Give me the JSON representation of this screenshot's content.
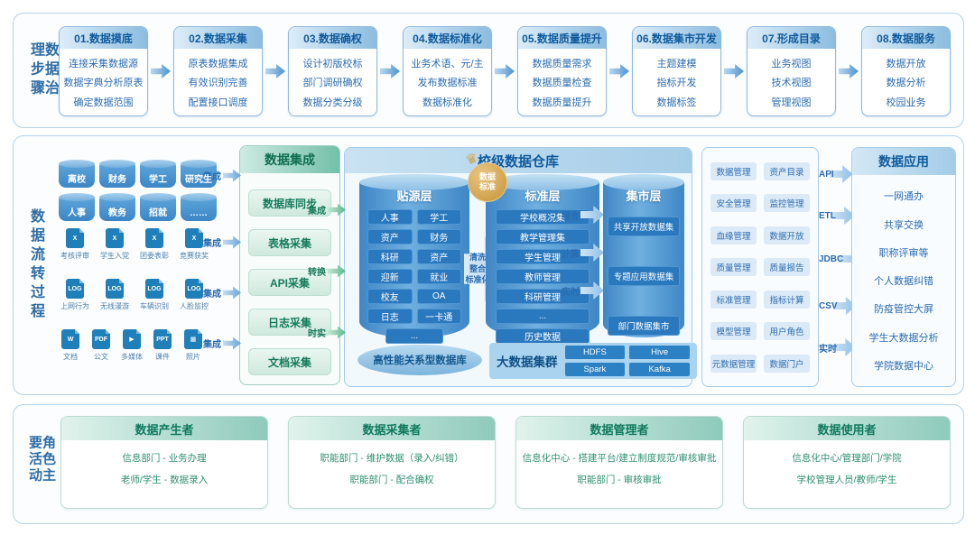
{
  "colors": {
    "blue_dark": "#0f5a9c",
    "blue": "#2b6cb0",
    "green_dark": "#157a5b",
    "green": "#2f9070",
    "gold": "#c89335",
    "chip_blue": "#2a78be"
  },
  "sections": {
    "governance": {
      "label": "数据治理步骤",
      "steps": [
        {
          "title": "01.数据摸底",
          "items": [
            "连接采集数据源",
            "数据字典分析原表",
            "确定数据范围"
          ]
        },
        {
          "title": "02.数据采集",
          "items": [
            "原表数据集成",
            "有效识别完善",
            "配置接口调度"
          ]
        },
        {
          "title": "03.数据确权",
          "items": [
            "设计初版校标",
            "部门调研确权",
            "数据分类分级"
          ]
        },
        {
          "title": "04.数据标准化",
          "items": [
            "业务术语、元/主",
            "发布数据标准",
            "数据标准化"
          ]
        },
        {
          "title": "05.数据质量提升",
          "items": [
            "数据质量需求",
            "数据质量检查",
            "数据质量提升"
          ]
        },
        {
          "title": "06.数据集市开发",
          "items": [
            "主题建模",
            "指标开发",
            "数据标签"
          ]
        },
        {
          "title": "07.形成目录",
          "items": [
            "业务视图",
            "技术视图",
            "管理视图"
          ]
        },
        {
          "title": "08.数据服务",
          "items": [
            "数据开放",
            "数据分析",
            "校园业务"
          ]
        }
      ]
    },
    "flow": {
      "label": "数据流转过程",
      "sources": {
        "arrow_label": "集成",
        "databases": [
          "离校",
          "财务",
          "学工",
          "研究生",
          "人事",
          "教务",
          "招就",
          "……"
        ],
        "excel_row": {
          "icon": "excel-icon",
          "glyph": "X",
          "labels": [
            "考核评审",
            "学生入党",
            "团委表彰",
            "竞赛获奖"
          ]
        },
        "log_row": {
          "icon": "log-icon",
          "glyph": "LOG",
          "labels": [
            "上网行为",
            "无线漫游",
            "车辆识别",
            "人脸监控"
          ]
        },
        "doc_row": [
          {
            "icon": "word-icon",
            "glyph": "W",
            "label": "文档"
          },
          {
            "icon": "pdf-icon",
            "glyph": "PDF",
            "label": "公文"
          },
          {
            "icon": "media-icon",
            "glyph": "▶",
            "label": "多媒体"
          },
          {
            "icon": "ppt-icon",
            "glyph": "PPT",
            "label": "课件"
          },
          {
            "icon": "photo-icon",
            "glyph": "▦",
            "label": "照片"
          }
        ]
      },
      "integration": {
        "title": "数据集成",
        "items": [
          "数据库同步",
          "表格采集",
          "API采集",
          "日志采集",
          "文档采集"
        ],
        "out_arrows": [
          "集成",
          "转换",
          "时实"
        ]
      },
      "warehouse": {
        "title": "校级数据仓库",
        "badge": [
          "数据",
          "标准"
        ],
        "source_layer": {
          "title": "贴源层",
          "chips": [
            "人事",
            "学工",
            "资产",
            "财务",
            "科研",
            "资产",
            "迎新",
            "就业",
            "校友",
            "OA",
            "日志",
            "一卡通",
            "..."
          ]
        },
        "transform_arrow": [
          "清洗",
          "整合",
          "标准化"
        ],
        "standard_layer": {
          "title": "标准层",
          "chips": [
            "学校概况集",
            "教学管理集",
            "学生管理",
            "教师管理",
            "科研管理",
            "...",
            "历史数据"
          ]
        },
        "link_arrows": [
          "组合",
          "计算",
          "实时"
        ],
        "mart_layer": {
          "title": "集市层",
          "chips": [
            "共享开放数据集",
            "专题应用数据集",
            "部门数据集市"
          ]
        },
        "hp_db": "高性能关系型数据库",
        "bigdata": {
          "title": "大数据集群",
          "chips": [
            "HDFS",
            "Hive",
            "Spark",
            "Kafka"
          ]
        }
      },
      "management": {
        "chips": [
          "数据管理",
          "资产目录",
          "安全管理",
          "监控管理",
          "血缘管理",
          "数据开放",
          "质量管理",
          "质量报告",
          "标准管理",
          "指标计算",
          "模型管理",
          "用户角色",
          "元数据管理",
          "数据门户"
        ]
      },
      "delivery_arrows": [
        "API",
        "ETL",
        "JDBC",
        "CSV",
        "实时"
      ],
      "application": {
        "title": "数据应用",
        "items": [
          "一网通办",
          "共享交换",
          "职称评审等",
          "个人数据纠错",
          "防疫管控大屏",
          "学生大数据分析",
          "学院数据中心"
        ]
      }
    },
    "roles": {
      "label": "角色主要活动",
      "cards": [
        {
          "title": "数据产生者",
          "lines": [
            "信息部门 - 业务办理",
            "老师/学生 - 数据录入"
          ]
        },
        {
          "title": "数据采集者",
          "lines": [
            "职能部门 - 维护数据（录入/纠错）",
            "职能部门 - 配合确权"
          ]
        },
        {
          "title": "数据管理者",
          "lines": [
            "信息化中心 - 搭建平台/建立制度规范/审核审批",
            "职能部门 - 审核审批"
          ]
        },
        {
          "title": "数据使用者",
          "lines": [
            "信息化中心/管理部门/学院",
            "学校管理人员/教师/学生"
          ]
        }
      ]
    }
  }
}
